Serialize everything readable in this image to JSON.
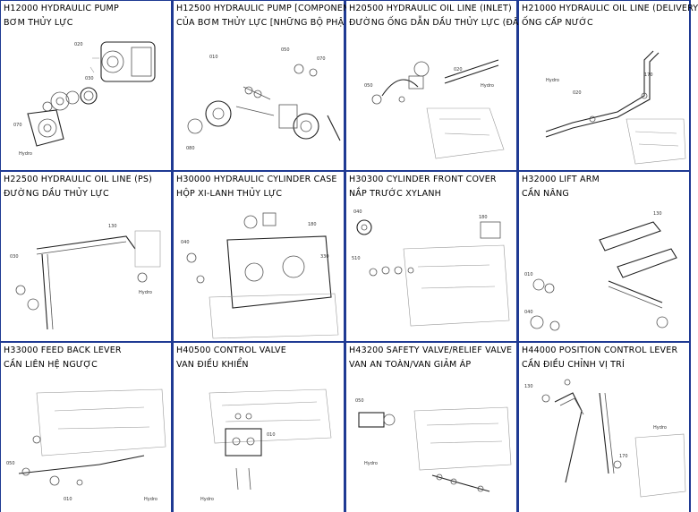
{
  "cells": [
    {
      "code": "H12000 HYDRAULIC PUMP",
      "viet": "BƠM THỦY LỰC"
    },
    {
      "code": "H12500 HYDRAULIC PUMP [COMPONEN",
      "viet": "CỦA BƠM THỦY LỰC [NHỮNG BỘ PHẬ"
    },
    {
      "code": "H20500 HYDRAULIC OIL LINE (INLET)",
      "viet": "ĐƯỜNG ỐNG DẪN DẦU THỦY LỰC (ĐÂ"
    },
    {
      "code": "H21000 HYDRAULIC OIL LINE (DELIVERY",
      "viet": "ỐNG CẤP NƯỚC"
    },
    {
      "code": "H22500 HYDRAULIC OIL LINE (PS)",
      "viet": "ĐƯỜNG DẦU THỦY LỰC"
    },
    {
      "code": "H30000 HYDRAULIC CYLINDER CASE",
      "viet": "HỘP XI-LANH THỦY LỰC"
    },
    {
      "code": "H30300 CYLINDER FRONT COVER",
      "viet": "NẮP TRƯỚC XYLANH"
    },
    {
      "code": "H32000 LIFT ARM",
      "viet": "CẦN NÂNG"
    },
    {
      "code": "H33000 FEED BACK LEVER",
      "viet": "CẦN LIÊN HỆ NGƯỢC"
    },
    {
      "code": "H40500 CONTROL VALVE",
      "viet": "VAN ĐIỀU KHIỂN"
    },
    {
      "code": "H43200 SAFETY VALVE/RELIEF VALVE",
      "viet": "VAN AN TOÀN/VAN GIẢM ÁP"
    },
    {
      "code": "H44000 POSITION CONTROL LEVER",
      "viet": "CẦN ĐIỀU CHỈNH VỊ TRÍ"
    }
  ],
  "colors": {
    "border": "#1f3a93",
    "background": "#ffffff",
    "text": "#000000"
  }
}
